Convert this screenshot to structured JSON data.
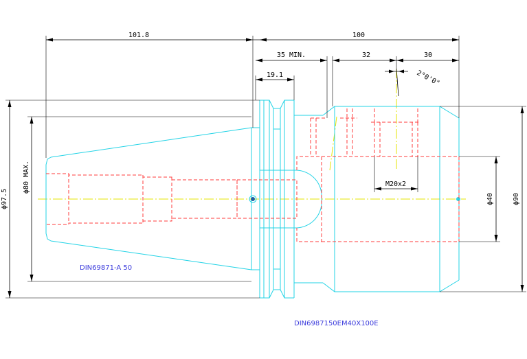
{
  "colors": {
    "outline": "#22d3e6",
    "hidden": "#ff3b3b",
    "centerline": "#e6e600",
    "dimension": "#000000",
    "note": "#3b3bdc"
  },
  "dimensions": {
    "overall_taper_length": "101.8",
    "overall_body_length": "100",
    "min_clamp_depth": "35 MIN.",
    "thread_depth": "32",
    "nose_length": "30",
    "flange_width": "19.1",
    "thread_angle": "2°0'0\"",
    "thread_size": "M20x2",
    "flange_diameter": "ϕ97.5",
    "taper_diameter": "ϕ80 MAX.",
    "bore_diameter": "ϕ40",
    "body_diameter": "ϕ90"
  },
  "notes": {
    "taper_standard": "DIN69871-A 50",
    "part_number": "DIN6987150EM40X100E"
  }
}
